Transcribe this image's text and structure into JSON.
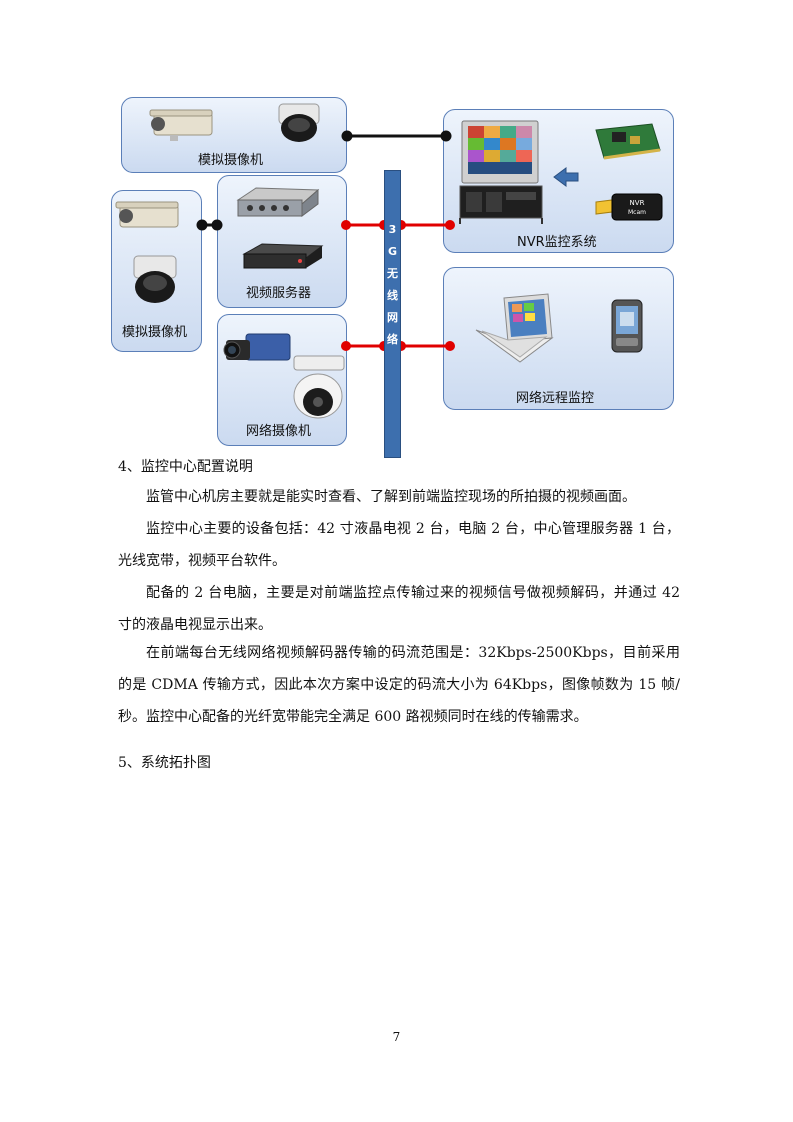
{
  "diagram": {
    "box_analog_top": "模拟摄像机",
    "box_analog_left": "模拟摄像机",
    "box_video_server": "视频服务器",
    "box_network_camera": "网络摄像机",
    "box_nvr": "NVR监控系统",
    "box_remote": "网络远程监控",
    "bar_chars": [
      "3",
      "G",
      "无",
      "线",
      "网",
      "络"
    ],
    "dongle_text_1": "NVR",
    "dongle_text_2": "Mcam",
    "colors": {
      "link_black": "#111111",
      "link_red": "#e00000",
      "bar": "#3d6fae",
      "box_border": "#5b7fb8"
    }
  },
  "sections": {
    "s4_heading": "4、监控中心配置说明",
    "p1": "监管中心机房主要就是能实时查看、了解到前端监控现场的所拍摄的视频画面。",
    "p2": "监控中心主要的设备包括：42 寸液晶电视 2 台，电脑 2 台，中心管理服务器 1 台，光线宽带，视频平台软件。",
    "p3": "配备的 2 台电脑，主要是对前端监控点传输过来的视频信号做视频解码，并通过 42 寸的液晶电视显示出来。",
    "p4": "在前端每台无线网络视频解码器传输的码流范围是：32Kbps-2500Kbps，目前采用的是 CDMA 传输方式，因此本次方案中设定的码流大小为 64Kbps，图像帧数为 15 帧/秒。监控中心配备的光纤宽带能完全满足 600 路视频同时在线的传输需求。",
    "s5_heading": "5、系统拓扑图"
  },
  "page_number": "7"
}
